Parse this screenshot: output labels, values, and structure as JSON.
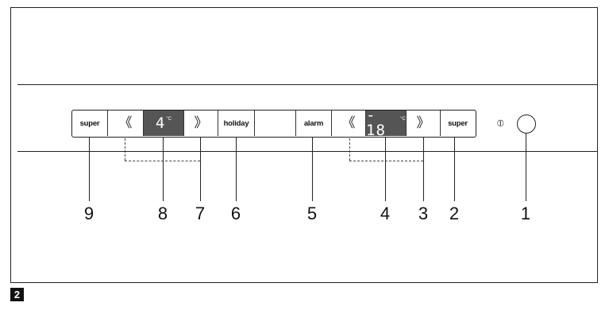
{
  "panel": {
    "super_left_label": "super",
    "left_temp_value": "4",
    "left_temp_unit": "°C",
    "holiday_label": "holiday",
    "alarm_label": "alarm",
    "right_temp_value": "- 18",
    "right_temp_unit": "°C",
    "super_right_label": "super",
    "power_symbol": "⦶"
  },
  "icons": {
    "chevron_left": "《",
    "chevron_right": "》"
  },
  "callouts": [
    "9",
    "8",
    "7",
    "6",
    "5",
    "4",
    "3",
    "2",
    "1"
  ],
  "figure_number": "2",
  "colors": {
    "display_bg": "#555555",
    "line": "#222222"
  }
}
